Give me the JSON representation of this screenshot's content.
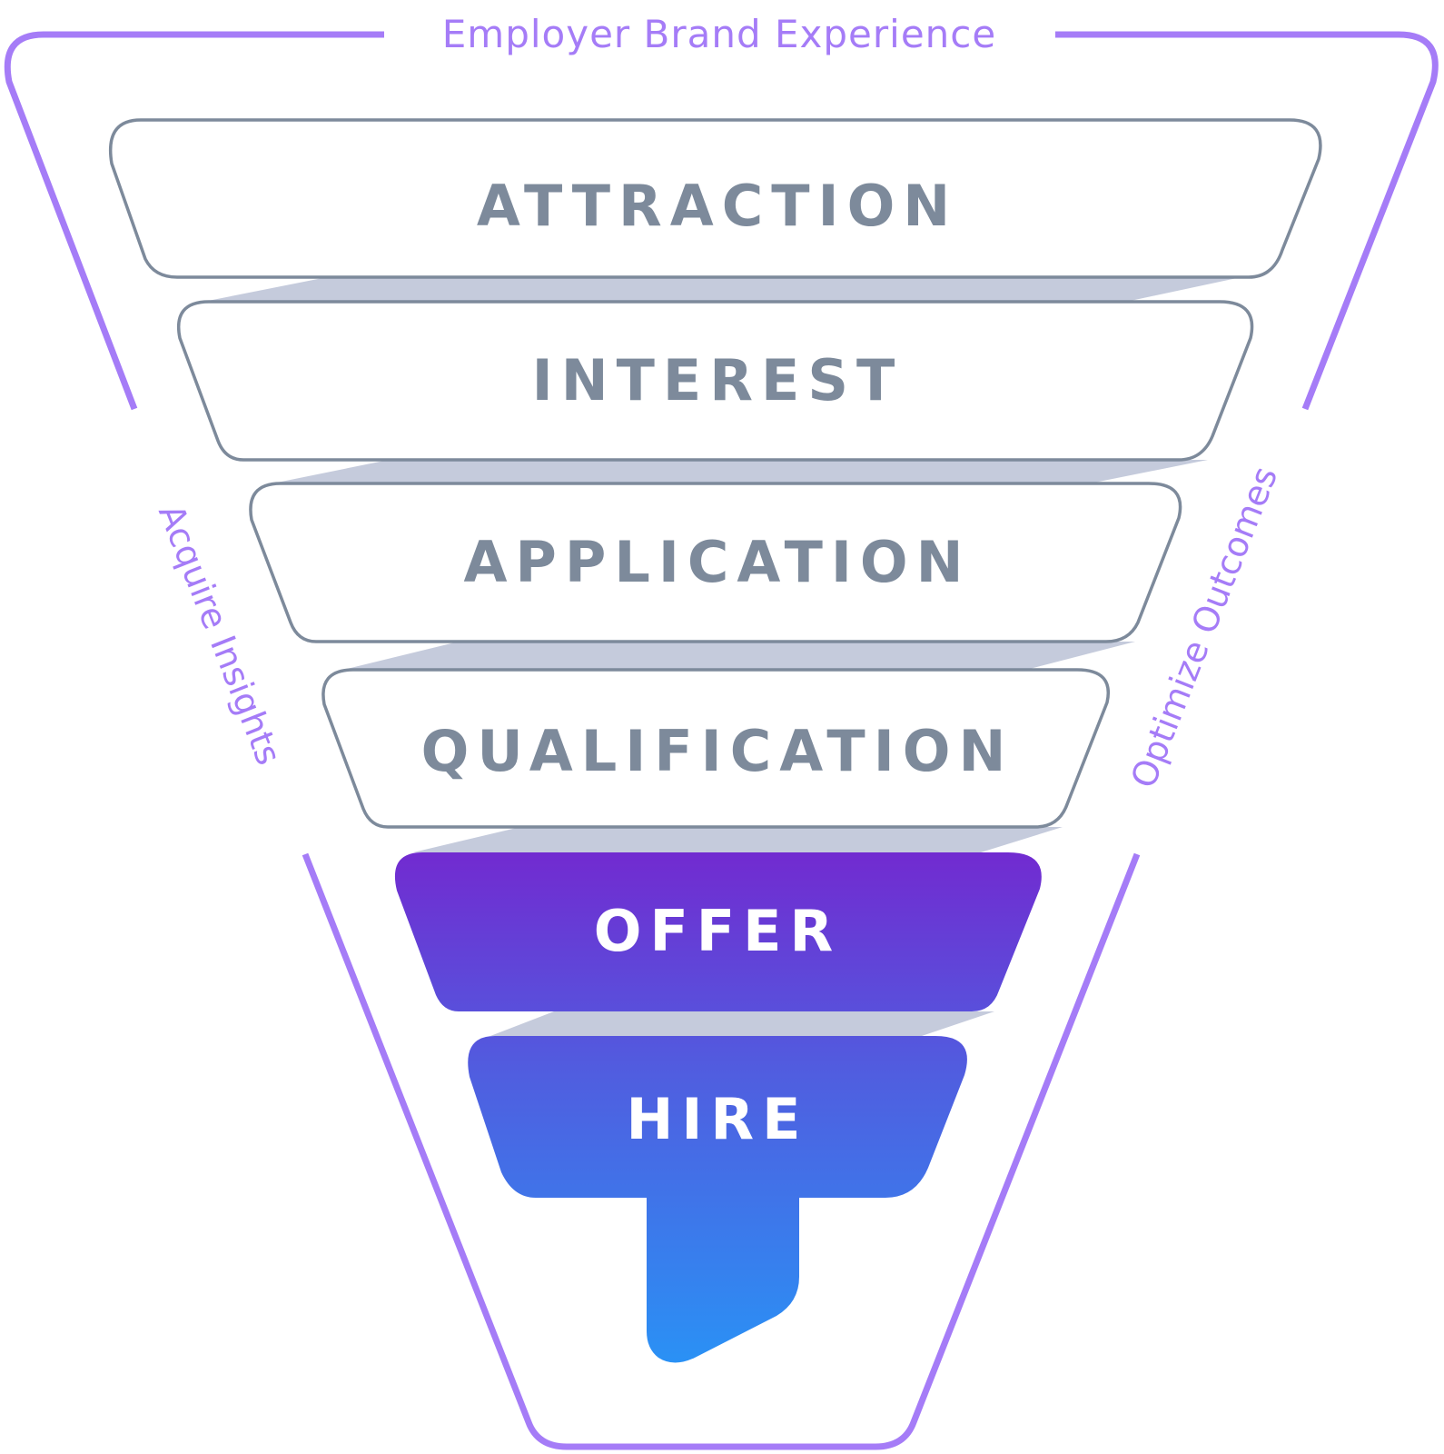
{
  "diagram": {
    "title": "Employer Brand Experience",
    "left_side_label": "Acquire Insights",
    "right_side_label": "Optimize Outcomes",
    "stages": [
      {
        "label": "ATTRACTION",
        "highlighted": false
      },
      {
        "label": "INTEREST",
        "highlighted": false
      },
      {
        "label": "APPLICATION",
        "highlighted": false
      },
      {
        "label": "QUALIFICATION",
        "highlighted": false
      },
      {
        "label": "OFFER",
        "highlighted": true
      },
      {
        "label": "HIRE",
        "highlighted": true
      }
    ]
  },
  "colors": {
    "outline_purple": "#a57cf7",
    "stage_stroke": "#7d8a9b",
    "stage_text": "#7d8a9b",
    "connector_fill": "#c5cbdc",
    "highlight_text": "#ffffff",
    "gradient_top": "#722ad0",
    "gradient_mid": "#4f5fe0",
    "gradient_bottom": "#2a91f5"
  }
}
